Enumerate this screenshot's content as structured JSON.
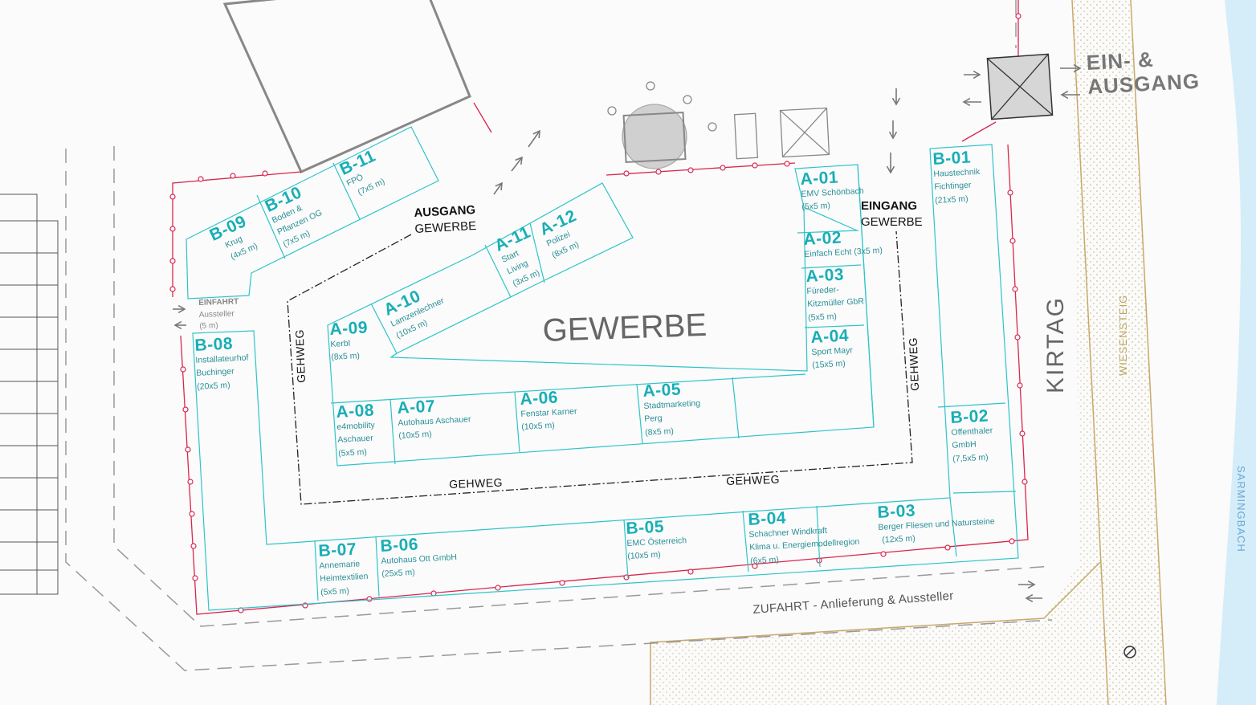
{
  "map": {
    "center_label": "GEWERBE",
    "exit_gate": {
      "line1": "AUSGANG",
      "line2": "GEWERBE"
    },
    "entry_gate": {
      "line1": "EINGANG",
      "line2": "GEWERBE"
    },
    "main_gate": {
      "line1": "EIN- &",
      "line2": "AUSGANG"
    },
    "kirtag": "KIRTAG",
    "wiesensteig": "WIESENSTEIG",
    "sarmingbach": "SARMINGBACH",
    "zufahrt": "ZUFAHRT - Anlieferung & Aussteller",
    "einfahrt": {
      "line1": "EINFAHRT",
      "line2": "Aussteller",
      "line3": "(5 m)"
    },
    "gehweg": "GEHWEG",
    "stalls": {
      "A01": {
        "code": "A-01",
        "name": "EMV Schönbach",
        "size": "(5x5 m)"
      },
      "A02": {
        "code": "A-02",
        "name": "Einfach Echt",
        "size": "(3x5 m)"
      },
      "A03": {
        "code": "A-03",
        "name1": "Füreder-",
        "name2": "Kitzmüller GbR",
        "size": "(5x5 m)"
      },
      "A04": {
        "code": "A-04",
        "name": "Sport Mayr",
        "size": "(15x5 m)"
      },
      "A05": {
        "code": "A-05",
        "name1": "Stadtmarketing",
        "name2": "Perg",
        "size": "(8x5 m)"
      },
      "A06": {
        "code": "A-06",
        "name": "Fenstar Karner",
        "size": "(10x5 m)"
      },
      "A07": {
        "code": "A-07",
        "name": "Autohaus Aschauer",
        "size": "(10x5 m)"
      },
      "A08": {
        "code": "A-08",
        "name1": "e4mobility",
        "name2": "Aschauer",
        "size": "(5x5 m)"
      },
      "A09": {
        "code": "A-09",
        "name": "Kerbl",
        "size": "(8x5 m)"
      },
      "A10": {
        "code": "A-10",
        "name": "Lamzenlechner",
        "size": "(10x5 m)"
      },
      "A11": {
        "code": "A-11",
        "name1": "Start",
        "name2": "Living",
        "size": "(3x5 m)"
      },
      "A12": {
        "code": "A-12",
        "name": "Polizei",
        "size": "(8x5 m)"
      },
      "B01": {
        "code": "B-01",
        "name1": "Haustechnik",
        "name2": "Fichtinger",
        "size": "(21x5 m)"
      },
      "B02": {
        "code": "B-02",
        "name1": "Offenthaler",
        "name2": "GmbH",
        "size": "(7,5x5 m)"
      },
      "B03": {
        "code": "B-03",
        "name": "Berger Fliesen und Natursteine",
        "size": "(12x5 m)"
      },
      "B04": {
        "code": "B-04",
        "name1": "Schachner Windkraft",
        "name2": "Klima u. Energiemodellregion",
        "size": "(6x5 m)"
      },
      "B05": {
        "code": "B-05",
        "name": "EMC Österreich",
        "size": "(10x5 m)"
      },
      "B06": {
        "code": "B-06",
        "name": "Autohaus Ott GmbH",
        "size": "(25x5 m)"
      },
      "B07": {
        "code": "B-07",
        "name1": "Annemarie",
        "name2": "Heimtextilien",
        "size": "(5x5 m)"
      },
      "B08": {
        "code": "B-08",
        "name1": "Installateurhof",
        "name2": "Buchinger",
        "size": "(20x5 m)"
      },
      "B09": {
        "code": "B-09",
        "name": "Krug",
        "size": "(4x5 m)"
      },
      "B10": {
        "code": "B-10",
        "name1": "Boden &",
        "name2": "Pflanzen OG",
        "size": "(7x5 m)"
      },
      "B11": {
        "code": "B-11",
        "name": "FPÖ",
        "size": "(7x5 m)"
      }
    },
    "colors": {
      "stall_outline": "#2ec4c8",
      "fence": "#d9264f",
      "walkway": "#222222",
      "path_sand": "#c8a96a",
      "water": "#cde9f6"
    }
  }
}
